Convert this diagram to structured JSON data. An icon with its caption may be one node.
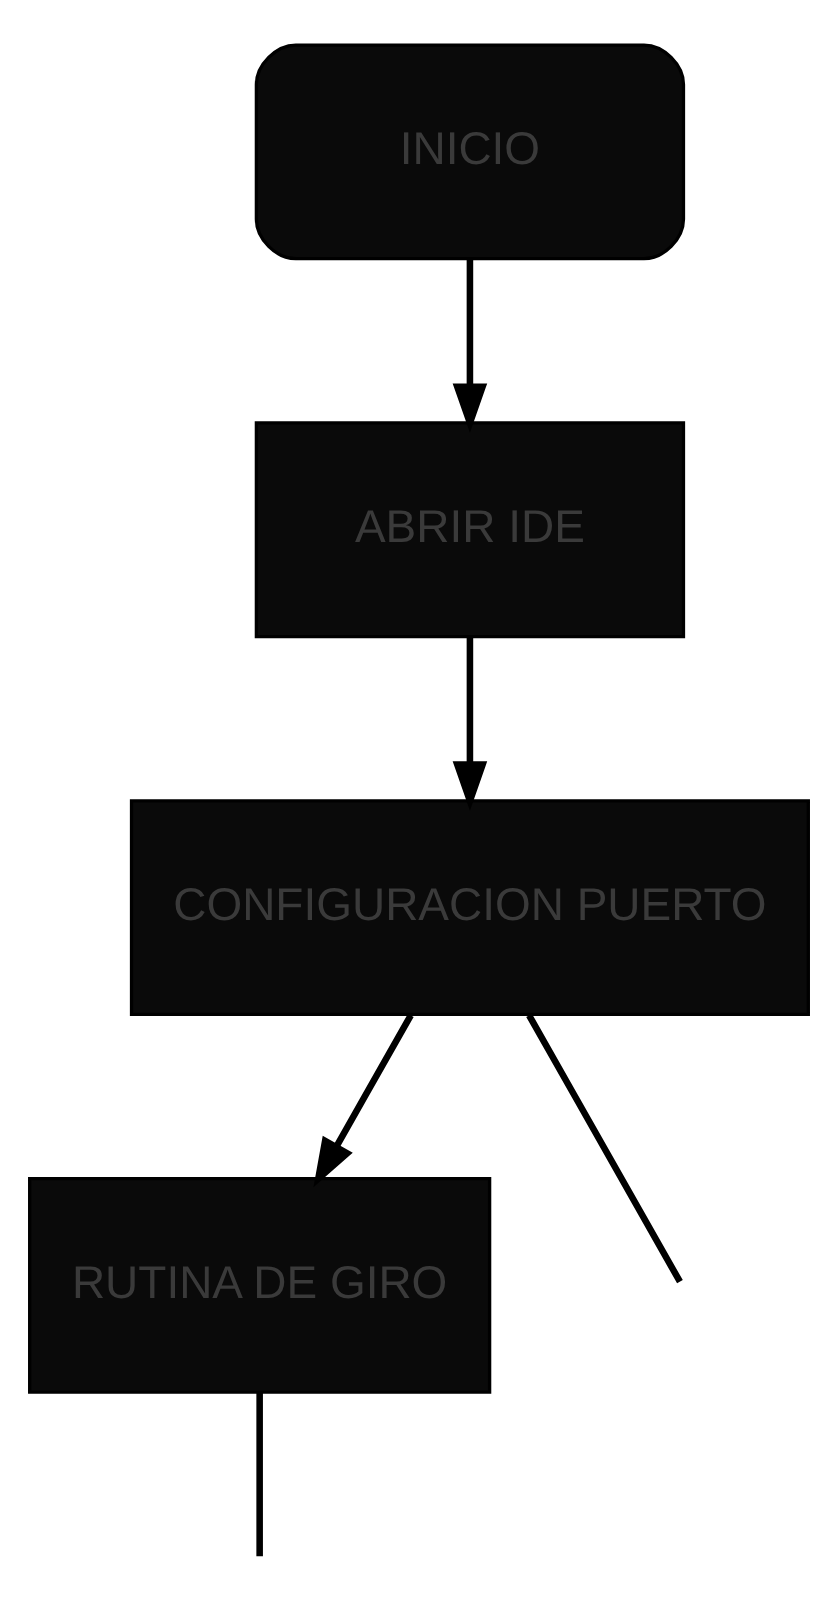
{
  "diagram": {
    "nodes": [
      {
        "text": [
          "INICIO"
        ]
      },
      {
        "text": [
          "ABRIR IDE"
        ]
      },
      {
        "text": [
          "CONFIGURACION PUERTO"
        ]
      },
      {
        "text": [
          "RUTINA DE GIRO"
        ]
      }
    ],
    "edges": [
      {
        "from": 0,
        "to": 1,
        "arrow": "to"
      },
      {
        "from": 1,
        "to": 2,
        "arrow": "to"
      },
      {
        "from": 2,
        "to": 3,
        "arrow": "to"
      },
      {
        "from": 2,
        "to": null,
        "arrow": "none"
      },
      {
        "from": 3,
        "to": null,
        "arrow": "none"
      }
    ]
  }
}
